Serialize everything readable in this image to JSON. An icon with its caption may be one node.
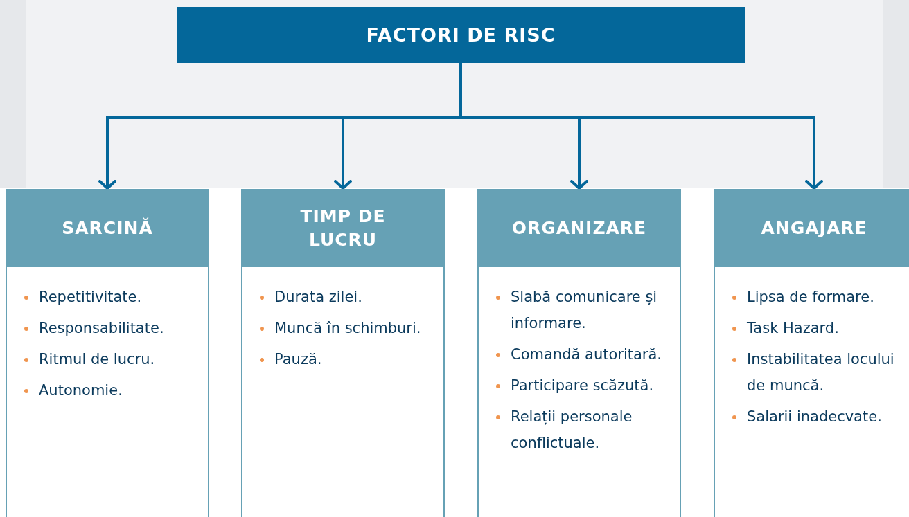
{
  "diagram": {
    "nodes": [
      {
        "text": [
          "FACTORI DE RISC"
        ]
      },
      {
        "text": [
          "SARCINĂ",
          "Repetitivitate.",
          "Responsabilitate.",
          "Ritmul de lucru.",
          "Autonomie."
        ]
      },
      {
        "text": [
          "TIMP DE LUCRU",
          "Durata zilei.",
          "Muncă în schimburi.",
          "Pauză."
        ]
      },
      {
        "text": [
          "ORGANIZARE",
          "Slabă comunicare și informare.",
          "Comandă autoritară.",
          "Participare scăzută.",
          "Relații personale conflictuale."
        ]
      },
      {
        "text": [
          "ANGAJARE",
          "Lipsa de formare.",
          "Task Hazard.",
          "Instabilitatea locului de muncă.",
          "Salarii inadecvate."
        ]
      }
    ],
    "edges": [
      {
        "from": 0,
        "to": 1,
        "arrow": "to"
      },
      {
        "from": 0,
        "to": 2,
        "arrow": "to"
      },
      {
        "from": 0,
        "to": 3,
        "arrow": "to"
      },
      {
        "from": 0,
        "to": 4,
        "arrow": "to"
      }
    ]
  }
}
